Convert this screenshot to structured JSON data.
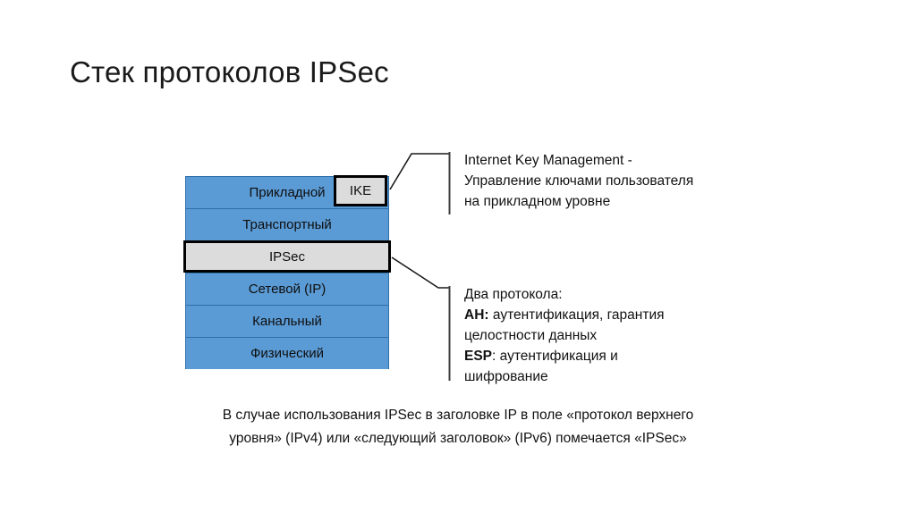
{
  "slide": {
    "title": "Стек протоколов IPSec"
  },
  "stack": {
    "layers": [
      {
        "label": "Прикладной"
      },
      {
        "label": "Транспортный"
      },
      {
        "label": "Сетевой (IP)"
      },
      {
        "label": "Канальный"
      },
      {
        "label": "Физический"
      }
    ],
    "highlight": {
      "label": "IPSec"
    },
    "ike_box": {
      "label": "IKE"
    },
    "colors": {
      "layer_fill": "#5B9BD5",
      "layer_border": "#2E6FA8",
      "highlight_fill": "#DCDCDC",
      "highlight_border": "#000000",
      "leader_line": "#3F3F3F"
    }
  },
  "annotations": {
    "ike": {
      "line1": "Internet Key Management -",
      "line2": "Управление ключами пользователя",
      "line3": "на прикладном уровне"
    },
    "protocols": {
      "line1": "Два протокола:",
      "ah_label": "AH:",
      "ah_text": " аутентификация, гарантия",
      "ah_text2": "целостности данных",
      "esp_label": "ESP",
      "esp_text": ": аутентификация и",
      "esp_text2": "шифрование"
    }
  },
  "caption": {
    "line1": "В случае использования IPSec в заголовке IP в поле «протокол верхнего",
    "line2": "уровня» (IPv4) или «следующий заголовок» (IPv6) помечается «IPSec»"
  }
}
